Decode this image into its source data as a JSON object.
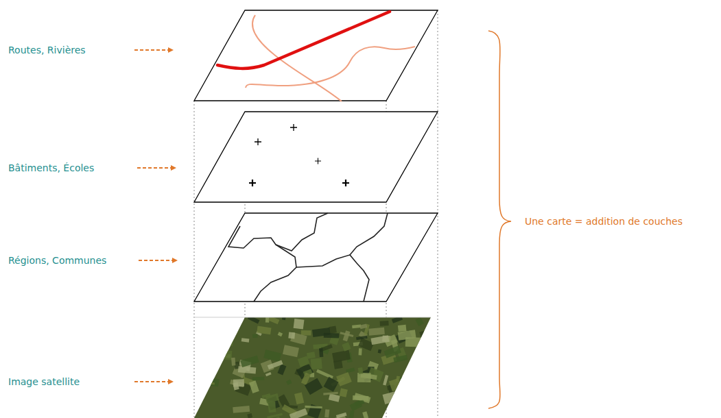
{
  "diagram": {
    "labels": [
      "Routes, Rivières",
      "Bâtiments, Écoles",
      "Régions, Communes",
      "Image satellite",
      "Une carte = addition de couches"
    ]
  }
}
